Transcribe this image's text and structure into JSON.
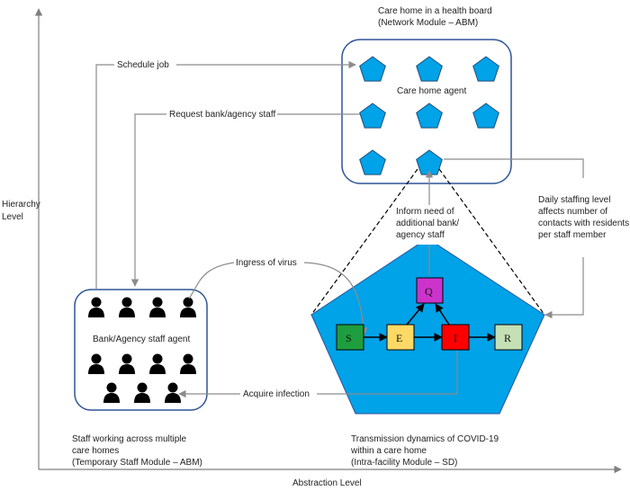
{
  "title_top": [
    "Care home in a health board",
    "(Network Module – ABM)"
  ],
  "care_home_agent_label": "Care home agent",
  "staff_agent_label": "Bank/Agency staff agent",
  "axes": {
    "y_label": [
      "Hierarchy",
      "Level"
    ],
    "x_label": "Abstraction Level"
  },
  "arrows": {
    "schedule_job": "Schedule job",
    "request_staff": "Request bank/agency staff",
    "ingress_virus": "Ingress of virus",
    "acquire_infection": "Acquire infection"
  },
  "inform_need": [
    "Inform need of",
    "additional bank/",
    "agency staff"
  ],
  "daily_staffing": [
    "Daily staffing level",
    "affects number of",
    "contacts with residents",
    "per staff member"
  ],
  "staff_caption": [
    "Staff working across multiple",
    "care homes",
    "(Temporary Staff Module – ABM)"
  ],
  "transmission_caption": [
    "Transmission dynamics of COVID-19",
    "within a care home",
    "(Intra-facility Module – SD)"
  ],
  "compartments": [
    {
      "label": "S",
      "color": "#1e9e3e"
    },
    {
      "label": "E",
      "color": "#ffd966"
    },
    {
      "label": "I",
      "color": "#ff0000"
    },
    {
      "label": "R",
      "color": "#c5e0b4"
    },
    {
      "label": "Q",
      "color": "#cc33cc"
    }
  ],
  "colors": {
    "agent_fill": "#00a2e8",
    "agent_stroke": "#1f4e79",
    "box_stroke": "#2f5597",
    "connector": "#8c8c8c",
    "person": "#000000"
  }
}
